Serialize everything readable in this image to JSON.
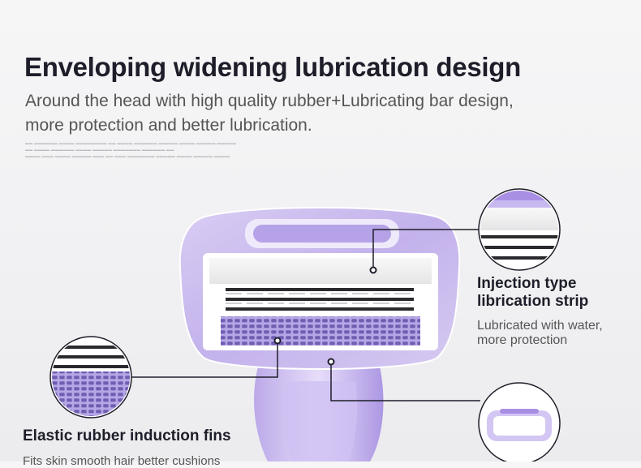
{
  "heading": {
    "title": "Enveloping widening lubrication design",
    "subtitle_line1": "Around the head with high quality rubber+Lubricating bar design,",
    "subtitle_line2": "more protection and better lubrication."
  },
  "callouts": {
    "injection_title_line1": "Injection type",
    "injection_title_line2": "librication strip",
    "injection_desc_line1": "Lubricated with water,",
    "injection_desc_line2": "more protection",
    "fins_title": "Elastic rubber induction fins",
    "fins_desc": "Fits skin smooth hair better cushions"
  },
  "colors": {
    "accent_purple": "#b7a6e6",
    "title_text": "#1e1e2a",
    "body_text": "#555555"
  }
}
